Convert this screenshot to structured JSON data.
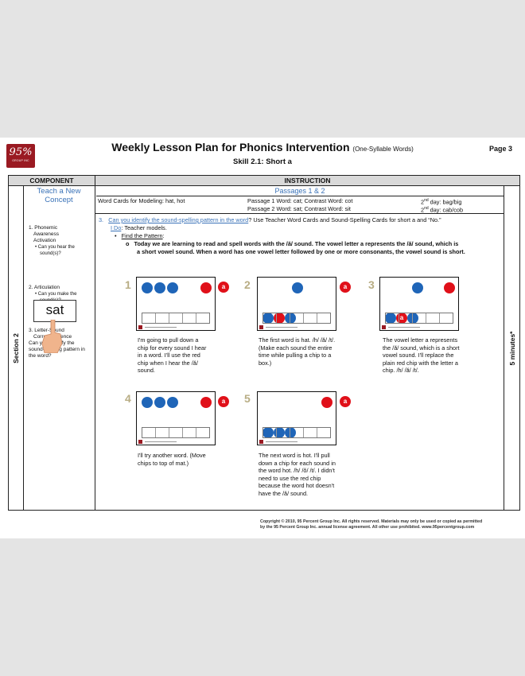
{
  "header": {
    "logo_text": "95%",
    "logo_sub": "GROUP INC",
    "title": "Weekly Lesson Plan for Phonics Intervention",
    "title_sub": "(One-Syllable Words)",
    "page": "Page 3",
    "skill": "Skill 2.1: Short a"
  },
  "columns": {
    "component": "COMPONENT",
    "instruction": "INSTRUCTION"
  },
  "section": "Section 2",
  "duration": "5 minutes*",
  "left": {
    "teach": "Teach a New Concept",
    "item1": "1. Phonemic",
    "item1b": "Awareness",
    "item1c": "Activation",
    "item1d": "• Can you hear the",
    "item1e": "sound(s)?",
    "item2": "2. Articulation",
    "item2b": "• Can you make the",
    "item2c": "sound(s)?",
    "item3": "3. Letter-Sound",
    "item3b": "Correspondence",
    "item3c": "Can you identify the",
    "item3d": "sound-spelling pattern in",
    "item3e": "the word?",
    "card_word": "sat"
  },
  "passages": {
    "heading": "Passages 1 & 2",
    "modeling": "Word Cards for Modeling: hat, hot",
    "p1": "Passage 1 Word: cat; Contrast Word: cot",
    "p2": "Passage 2 Word: sat; Contrast Word: sit",
    "d2_pre": "2",
    "d2_sup": "nd",
    "d2_post": " day: bag/big",
    "d3_pre": "2",
    "d3_sup": "nd",
    "d3_post": " day: cab/cob"
  },
  "step": {
    "number": "3.",
    "question": "Can you identify the sound-spelling pattern in the word",
    "rest": "? Use Teacher Word Cards and Sound-Spelling Cards for short a and “No.”",
    "ido": "I Do",
    "ido_rest": ": Teacher models.",
    "find": "Find the Pattern",
    "line1": "Today we are learning to read and spell words with the /ă/ sound. The vowel letter a represents the /ă/ sound, which is",
    "line2": "a short vowel sound. When a word has one vowel letter followed by one or more consonants, the vowel sound is short."
  },
  "panels": [
    {
      "n": "1",
      "caption": [
        "I'm going to pull down a",
        "chip for every sound I hear",
        "in a word. I'll use the red",
        "chip when I hear the /ă/",
        "sound."
      ]
    },
    {
      "n": "2",
      "caption": [
        "The first word is hat. /h/ /ă/ /t/.",
        "(Make each sound the entire",
        "time while pulling a chip to a",
        "box.)"
      ]
    },
    {
      "n": "3",
      "caption": [
        "The vowel letter a represents",
        "the /ă/ sound, which is a short",
        "vowel sound. I'll replace the",
        "plain red chip with the letter a",
        "chip. /h/ /ă/ /t/."
      ]
    },
    {
      "n": "4",
      "caption": [
        "I'll try another word. (Move",
        "chips to top of mat.)"
      ]
    },
    {
      "n": "5",
      "caption": [
        "The next word is hot. I'll pull",
        "down a chip for each sound in",
        "the word hot. /h/ /ŏ/ /t/. I didn't",
        "need to use the red chip",
        "because the word hot doesn't",
        "have the /ă/ sound."
      ]
    }
  ],
  "chip_letter": "a",
  "copyright": [
    "Copyright © 2010, 95 Percent Group Inc. All rights reserved. Materials may only be used or copied as permitted",
    "by the 95 Percent Group Inc. annual license agreement. All other use prohibited. www.95percentgroup.com"
  ]
}
